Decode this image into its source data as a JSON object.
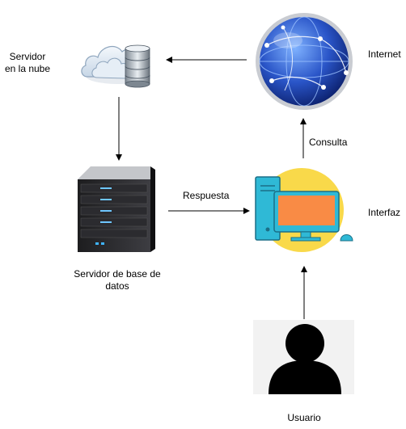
{
  "nodes": {
    "cloud_server": {
      "label": "Servidor\nen la nube",
      "icon": "cloud-database-icon"
    },
    "internet": {
      "label": "Internet",
      "icon": "globe-icon"
    },
    "db_server": {
      "label": "Servidor de base de\ndatos",
      "icon": "server-rack-icon"
    },
    "interface": {
      "label": "Interfaz",
      "icon": "computer-icon"
    },
    "user": {
      "label": "Usuario",
      "icon": "user-silhouette-icon"
    }
  },
  "edges": [
    {
      "from": "internet",
      "to": "cloud_server",
      "label": ""
    },
    {
      "from": "cloud_server",
      "to": "db_server",
      "label": ""
    },
    {
      "from": "db_server",
      "to": "interface",
      "label": "Respuesta"
    },
    {
      "from": "interface",
      "to": "internet",
      "label": "Consulta"
    },
    {
      "from": "user",
      "to": "interface",
      "label": ""
    }
  ],
  "colors": {
    "arrow": "#000000",
    "interface_circle": "#f9d94a",
    "monitor_body": "#2fb9d6",
    "monitor_screen": "#f98b45",
    "globe_blue": "#1d3fa8",
    "user_bg": "#f2f2f2"
  }
}
